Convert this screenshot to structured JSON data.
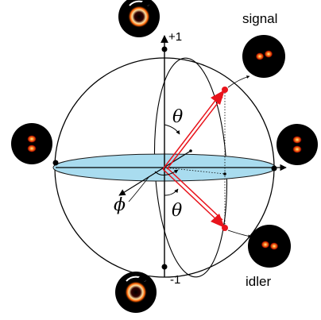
{
  "labels": {
    "top_pole": "+1",
    "bottom_pole": "-1",
    "signal": "signal",
    "idler": "idler",
    "theta_upper": "θ",
    "theta_lower": "θ",
    "phi": "ϕ"
  },
  "colors": {
    "arrow": "#e8141c",
    "equator_fill": "#a9dcef",
    "equator_stroke": "#1a1a1a",
    "inset_background": "#000000",
    "mode_glow": "#ff5a00",
    "mode_core": "#ffe3a0"
  },
  "icons": {
    "top_inset": "donut-mode-clockwise-arrow",
    "bottom_inset": "donut-mode-clockwise-arrow",
    "left_inset": "two-lobe-vertical-mode",
    "right_inset": "two-lobe-vertical-mode",
    "signal_inset": "two-lobe-diagonal-mode",
    "idler_inset": "two-lobe-diagonal-mode"
  }
}
